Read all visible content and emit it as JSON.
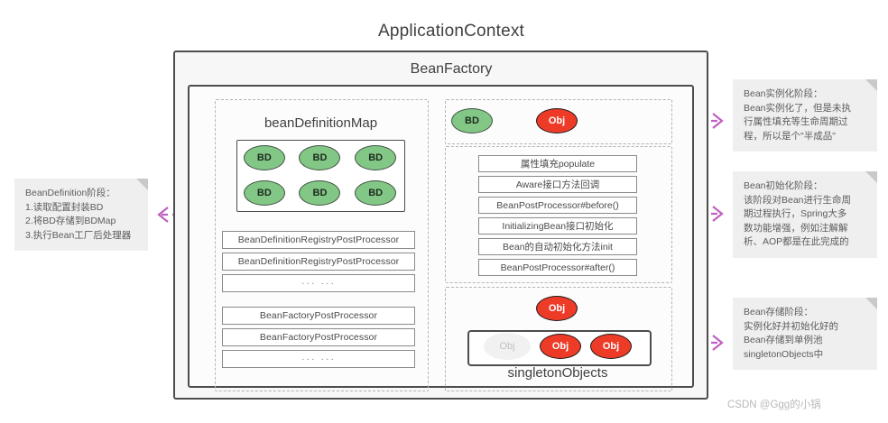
{
  "diagram": {
    "app_title": "ApplicationContext",
    "beanfactory_title": "BeanFactory",
    "bdmap_label": "beanDefinitionMap",
    "singleton_label": "singletonObjects",
    "bd_node_label": "BD",
    "obj_node_label": "Obj",
    "ghost_obj_label": "Obj",
    "bd_items": [
      "BD",
      "BD",
      "BD",
      "BD",
      "BD",
      "BD"
    ],
    "pool_items": [
      "Obj",
      "Obj"
    ],
    "registry_processors": [
      "BeanDefinitionRegistryPostProcessor",
      "BeanDefinitionRegistryPostProcessor",
      "···  ···"
    ],
    "factory_processors": [
      "BeanFactoryPostProcessor",
      "BeanFactoryPostProcessor",
      "···  ···"
    ],
    "lifecycle_steps": [
      "属性填充populate",
      "Aware接口方法回调",
      "BeanPostProcessor#before()",
      "InitializingBean接口初始化",
      "Bean的自动初始化方法init",
      "BeanPostProcessor#after()"
    ]
  },
  "notes": {
    "left": {
      "lines": [
        "BeanDefinition阶段：",
        "1.读取配置封装BD",
        "2.将BD存储到BDMap",
        "3.执行Bean工厂后处理器"
      ]
    },
    "right_instantiation": {
      "lines": [
        "Bean实例化阶段：",
        "Bean实例化了，但是未执",
        "行属性填充等生命周期过",
        "程，所以是个\"半成品\""
      ]
    },
    "right_initialization": {
      "lines": [
        "Bean初始化阶段：",
        "该阶段对Bean进行生命周",
        "期过程执行，Spring大多",
        "数功能增强，例如注解解",
        "析、AOP都是在此完成的"
      ]
    },
    "right_storage": {
      "lines": [
        "Bean存储阶段：",
        "实例化好并初始化好的",
        "Bean存储到单例池",
        "singletonObjects中"
      ]
    }
  },
  "watermark": "CSDN @Ggg的小锅",
  "colors": {
    "bd_green": "#82c785",
    "obj_red": "#ee3b28",
    "arrow_red": "#c12a20",
    "note_gray": "#efefef",
    "purple_connector": "#c060c0",
    "frame_dark": "#4d4d4d"
  }
}
